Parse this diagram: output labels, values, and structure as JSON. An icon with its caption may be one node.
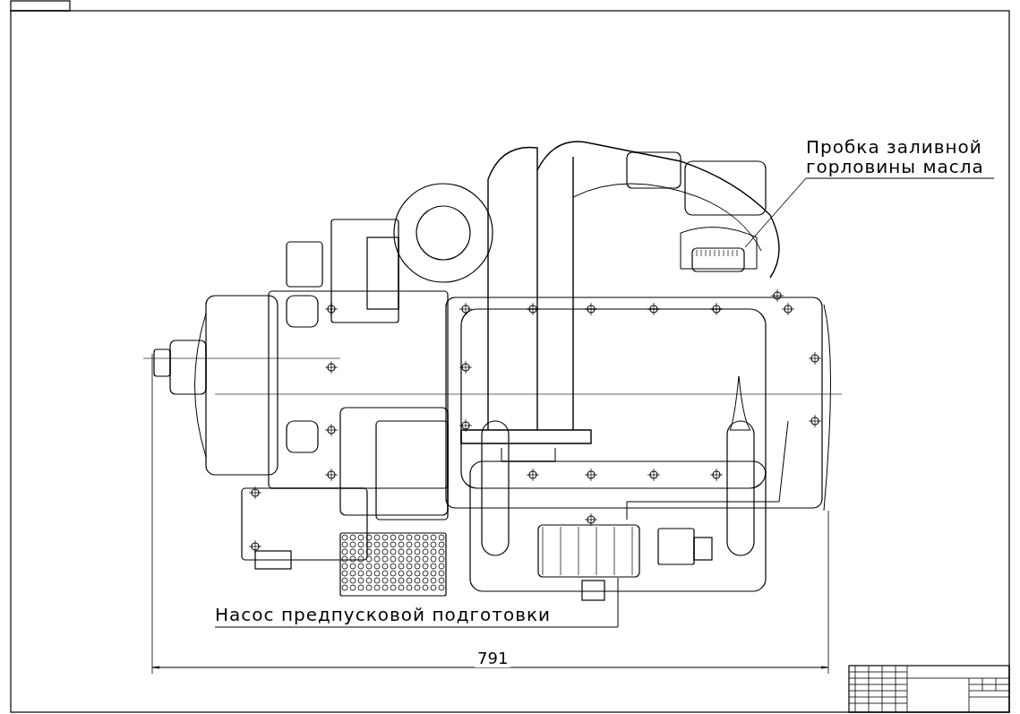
{
  "diagram": {
    "nodes": [
      {
        "text": [
          "Пробка заливной горловины масла"
        ]
      },
      {
        "text": [],
        "shape": "picture"
      },
      {
        "text": [
          "Насос предпусковой подготовки"
        ]
      },
      {
        "text": [],
        "shape": "picture"
      }
    ],
    "edges": [
      {
        "from": 0,
        "to": 1,
        "arrow": "none"
      },
      {
        "from": 2,
        "to": 3,
        "arrow": "none"
      }
    ],
    "labels": [
      "791"
    ]
  }
}
